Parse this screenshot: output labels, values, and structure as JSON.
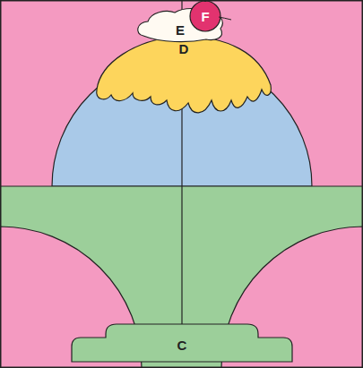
{
  "diagram": {
    "nodes": [
      {
        "text": [
          "F"
        ]
      },
      {
        "text": [
          "E"
        ]
      },
      {
        "text": [
          "D"
        ]
      },
      {
        "text": [
          "C"
        ]
      }
    ]
  }
}
